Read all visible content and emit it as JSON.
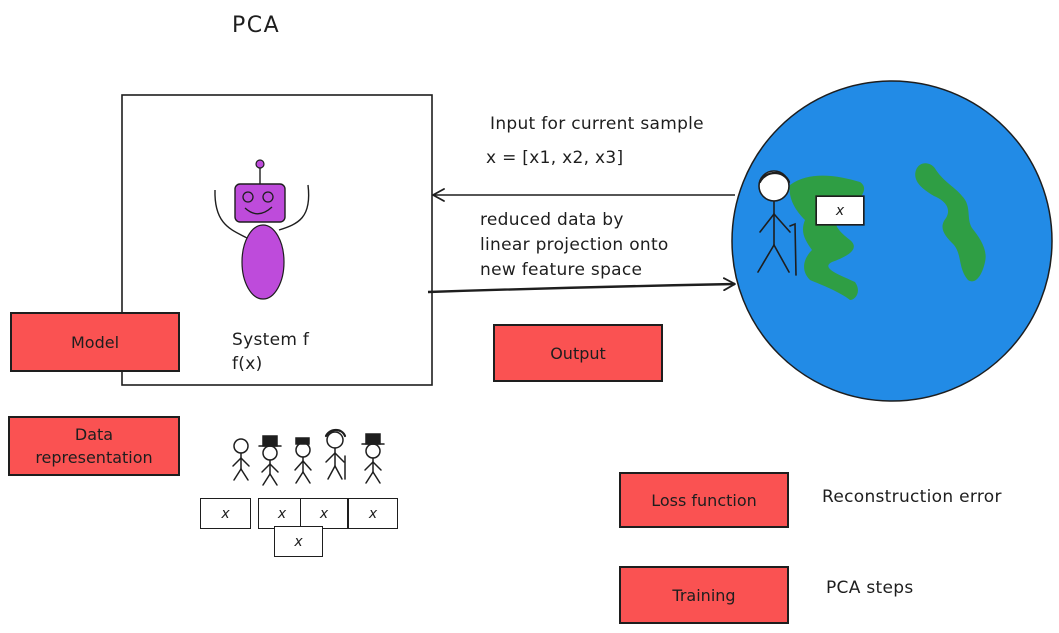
{
  "title": "PCA",
  "system_box": {
    "line1": "System f",
    "line2": "f(x)"
  },
  "input_label": {
    "line1": "Input for current sample",
    "line2": "x = [x1, x2, x3]"
  },
  "output_label": {
    "line1": "reduced data by",
    "line2": "linear projection onto",
    "line3": "new feature space"
  },
  "concepts": {
    "model": "Model",
    "data_representation": "Data representation",
    "output": "Output",
    "loss_function": "Loss function",
    "training": "Training"
  },
  "descriptions": {
    "loss_function": "Reconstruction error",
    "training": "PCA steps"
  },
  "sample_card_symbol": "x",
  "colors": {
    "concept_fill": "#fa5252",
    "robot_head": "#be4bdb",
    "robot_body": "#be4bdb",
    "globe_fill": "#228be6",
    "land": "#2f9e44",
    "stroke": "#1e1e1e"
  },
  "icons": [
    "robot-icon",
    "globe-icon",
    "stick-figure-icon",
    "people-group-icon"
  ]
}
